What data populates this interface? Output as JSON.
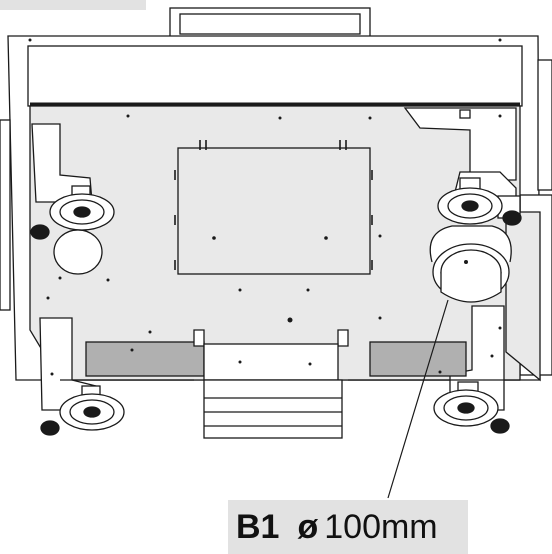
{
  "callout": {
    "code": "B1",
    "symbol": "ø",
    "size": "100mm"
  },
  "colors": {
    "line": "#1a1a1a",
    "panel": "#e9e9e9",
    "dark_panel": "#b0b0b0",
    "label_bg": "#e2e2e2"
  }
}
